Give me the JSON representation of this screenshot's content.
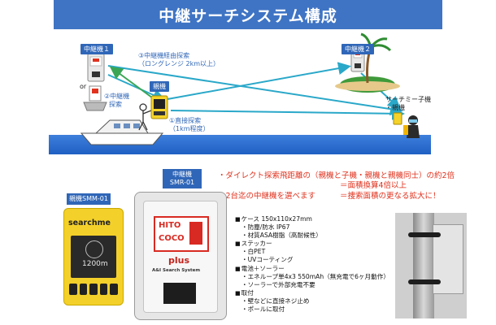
{
  "title": "中継サーチシステム構成",
  "diagram": {
    "repeater1_label": "中継機１",
    "repeater2_label": "中継機２",
    "parent_label": "親機",
    "or_text": "or",
    "route_relay": [
      "③中継機経由探索",
      "（ロングレンジ 2km以上）"
    ],
    "route_relay2": [
      "②中継機",
      "探索"
    ],
    "route_direct": [
      "①直接探索",
      "（1km程度）"
    ],
    "child_label": [
      "サーチミー子機",
      "・親機"
    ]
  },
  "notes": {
    "line1": "・ダイレクト探索飛距離の（親機と子機・親機と親機同士）の約2倍",
    "line2": "＝面積換算4倍以上",
    "line3": "・2台迄の中継機を選べます",
    "line4": "＝捜索面積の更なる拡大に！"
  },
  "parent_device": {
    "label": "親機SMM-01",
    "brand": "searchme",
    "distance": "1200m"
  },
  "repeater_device": {
    "label_line1": "中継機",
    "label_line2": "SMR-01",
    "logo_line1": "HITO",
    "logo_line2": "COCO",
    "plus": "plus",
    "sub": "A&I Search System"
  },
  "specs": [
    {
      "text": "ケース 150x110x27mm",
      "head": true
    },
    {
      "text": "・防塵/防水 IP67",
      "head": false
    },
    {
      "text": "・材質ASA樹脂（高耐候性）",
      "head": false
    },
    {
      "text": "ステッカー",
      "head": true
    },
    {
      "text": "・白PET",
      "head": false
    },
    {
      "text": "・UVコーティング",
      "head": false
    },
    {
      "text": "電池＋ソーラー",
      "head": true
    },
    {
      "text": "・エネループ単4x3 550mAh（無充電で6ヶ月動作）",
      "head": false
    },
    {
      "text": "・ソーラーで外部充電不要",
      "head": false
    },
    {
      "text": "取付",
      "head": true
    },
    {
      "text": "・壁などに直接ネジ止め",
      "head": false
    },
    {
      "text": "・ポールに取付",
      "head": false
    }
  ],
  "colors": {
    "accent_blue": "#3f74c4",
    "arrow_blue": "#2aa8c9",
    "arrow_green": "#3aa655",
    "note_red": "#e0321e",
    "sea": "#2f6fd0"
  }
}
